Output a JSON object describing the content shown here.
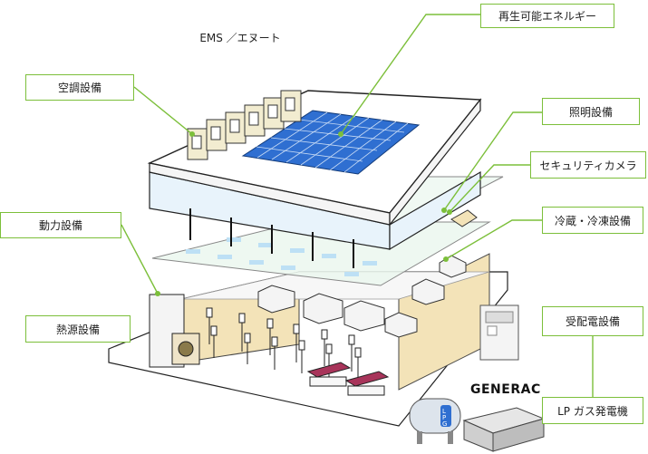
{
  "labels": {
    "ems": "EMS ／エヌート",
    "renewable": "再生可能エネルギー",
    "hvac": "空調設備",
    "lighting": "照明設備",
    "security_camera": "セキュリティカメラ",
    "refrigeration": "冷蔵・冷凍設備",
    "power": "動力設備",
    "heat_source": "熱源設備",
    "substation": "受配電設備",
    "lp_gas_generator": "LP ガス発電機"
  },
  "brand": {
    "generator": "GENERAC",
    "tank_mark": "LPG"
  },
  "colors": {
    "accent": "#7cbf3a",
    "panel": "#2f6fd1",
    "floor_slab": "#eaf6ee",
    "wall": "#f3e3b8"
  }
}
